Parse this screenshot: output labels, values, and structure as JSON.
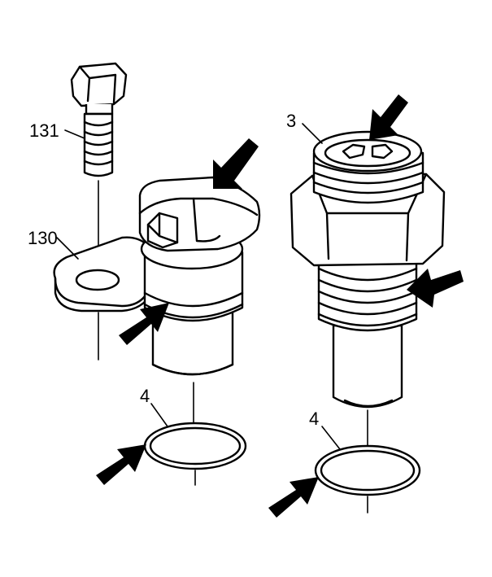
{
  "labels": {
    "bolt": "131",
    "bracket": "130",
    "sensor_right": "3",
    "oring_left": "4",
    "oring_right": "4"
  },
  "colors": {
    "line": "#000000",
    "background": "#ffffff",
    "arrow": "#000000"
  },
  "arrows": {
    "count": 6,
    "icon": "solid-arrow-icon"
  }
}
